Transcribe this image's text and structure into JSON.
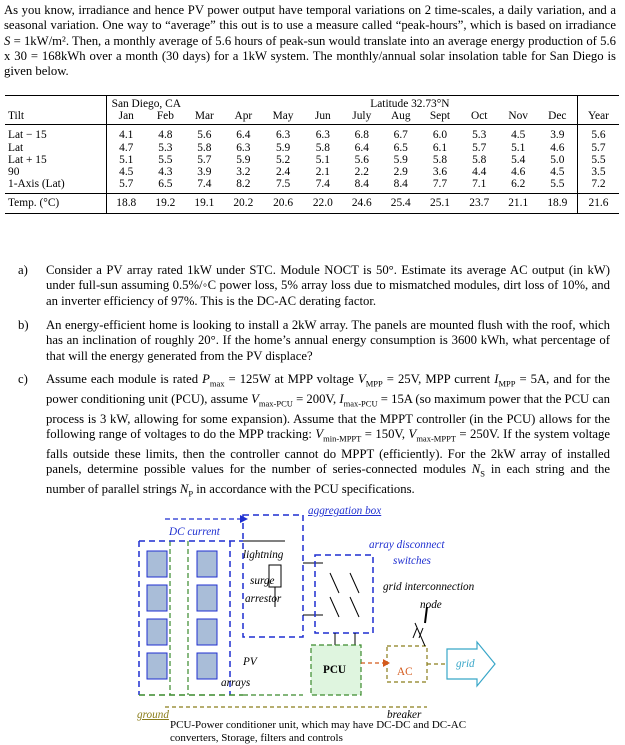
{
  "intro": {
    "p1": "As you know, irradiance and hence PV power output have temporal variations on 2 time-scales, a daily variation, and a seasonal variation. One way to “average” this out is to use a measure called “peak-hours”, which is based on irradiance ",
    "s_eq": "S",
    "p2": " = 1kW/m². Then, a monthly average of 5.6 hours of peak-sun would translate into an average energy production of 5.6 x 30 = 168kWh over a month (30 days) for a 1kW system. The monthly/annual solar insolation table for San Diego is given below."
  },
  "table": {
    "tilt_header": "Tilt",
    "location": "San Diego, CA",
    "latitude": "Latitude 32.73°N",
    "months": [
      "Jan",
      "Feb",
      "Mar",
      "Apr",
      "May",
      "Jun",
      "July",
      "Aug",
      "Sept",
      "Oct",
      "Nov",
      "Dec"
    ],
    "year_header": "Year",
    "rows": [
      {
        "label": "Lat − 15",
        "values": [
          "4.1",
          "4.8",
          "5.6",
          "6.4",
          "6.3",
          "6.3",
          "6.8",
          "6.7",
          "6.0",
          "5.3",
          "4.5",
          "3.9"
        ],
        "year": "5.6"
      },
      {
        "label": "Lat",
        "values": [
          "4.7",
          "5.3",
          "5.8",
          "6.3",
          "5.9",
          "5.8",
          "6.4",
          "6.5",
          "6.1",
          "5.7",
          "5.1",
          "4.6"
        ],
        "year": "5.7"
      },
      {
        "label": "Lat + 15",
        "values": [
          "5.1",
          "5.5",
          "5.7",
          "5.9",
          "5.2",
          "5.1",
          "5.6",
          "5.9",
          "5.8",
          "5.8",
          "5.4",
          "5.0"
        ],
        "year": "5.5"
      },
      {
        "label": "90",
        "values": [
          "4.5",
          "4.3",
          "3.9",
          "3.2",
          "2.4",
          "2.1",
          "2.2",
          "2.9",
          "3.6",
          "4.4",
          "4.6",
          "4.5"
        ],
        "year": "3.5"
      },
      {
        "label": "1-Axis (Lat)",
        "values": [
          "5.7",
          "6.5",
          "7.4",
          "8.2",
          "7.5",
          "7.4",
          "8.4",
          "8.4",
          "7.7",
          "7.1",
          "6.2",
          "5.5"
        ],
        "year": "7.2"
      }
    ],
    "temp": {
      "label": "Temp. (°C)",
      "values": [
        "18.8",
        "19.2",
        "19.1",
        "20.2",
        "20.6",
        "22.0",
        "24.6",
        "25.4",
        "25.1",
        "23.7",
        "21.1",
        "18.9"
      ],
      "year": "21.6"
    }
  },
  "questions": {
    "a": {
      "label": "a)",
      "text": "Consider a PV array rated 1kW under STC. Module NOCT is 50°. Estimate its average AC output (in kW) under full-sun assuming 0.5%/◦C power loss, 5% array loss due to mismatched modules, dirt loss of 10%, and an inverter efficiency of 97%. This is the DC-AC derating factor."
    },
    "b": {
      "label": "b)",
      "text": "An energy-efficient home is looking to install a 2kW array. The panels are mounted flush with the roof, which has an inclination of roughly 20°. If the home’s annual energy consumption is 3600 kWh, what percentage of that will the energy generated from the PV displace?"
    },
    "c": {
      "label": "c)",
      "t1": "Assume each module is rated ",
      "pmax_v": "P",
      "pmax_s": "max",
      "t2": " = 125W at MPP voltage ",
      "vmpp_v": "V",
      "vmpp_s": "MPP",
      "t3": " = 25V, MPP current ",
      "impp_v": "I",
      "impp_s": "MPP",
      "t4": " = 5A, and for the power conditioning unit (PCU), assume ",
      "vpcu_v": "V",
      "vpcu_s": "max-PCU",
      "t5": " = 200V, ",
      "ipcu_v": "I",
      "ipcu_s": "max-PCU",
      "t6": " = 15A (so maximum power that the PCU can process is 3 kW, allowing for some expansion). Assume that the MPPT controller (in the PCU) allows for the following range of voltages to do the MPP tracking: ",
      "vmin_v": "V",
      "vmin_s": "min-MPPT",
      "t7": " = 150V, ",
      "vmax_v": "V",
      "vmax_s": "max-MPPT",
      "t8": " = 250V. If the system voltage falls outside these limits, then the controller cannot do MPPT (efficiently). For the 2kW array of installed panels, determine possible values for the number of series-connected modules ",
      "ns_v": "N",
      "ns_s": "S",
      "t9": " in each string and the number of parallel strings ",
      "np_v": "N",
      "np_s": "P",
      "t10": " in accordance with the PCU specifications."
    }
  },
  "diagram": {
    "aggregation_box": "aggregation box",
    "dc_current": "DC current",
    "lightning": "lightning",
    "surge": "surge",
    "arrestor": "arrestor",
    "array_disconnect": "array disconnect",
    "switches": "switches",
    "grid_interconnection": "grid interconnection",
    "node": "node",
    "pv": "PV",
    "arrays": "arrays",
    "pcu": "PCU",
    "ac": "AC",
    "grid": "grid",
    "ground": "ground",
    "breaker": "breaker",
    "colors": {
      "blue": "#1f2fd0",
      "green": "#3a8a2c",
      "pcu_fill": "#dff5df",
      "grid_stroke": "#38a6c8",
      "olive": "#8a7d1a"
    }
  },
  "caption": {
    "line1": "PCU-Power conditioner unit, which may have DC-DC and DC-AC",
    "line2": "converters, Storage, filters and controls"
  }
}
